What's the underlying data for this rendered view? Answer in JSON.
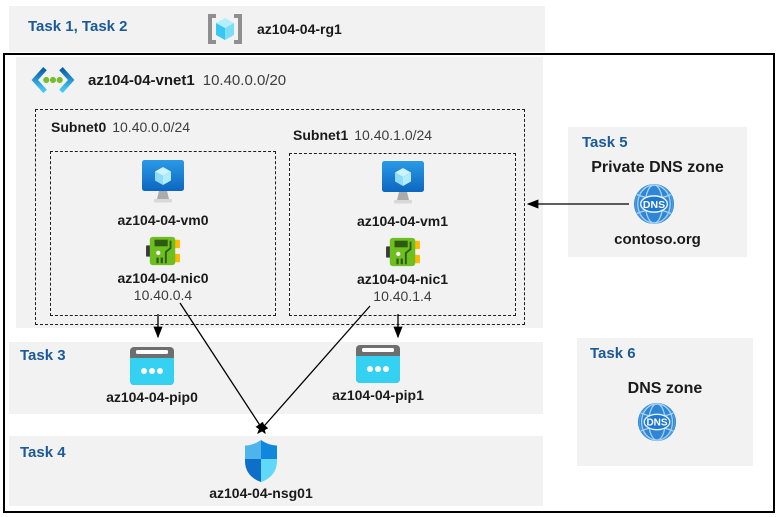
{
  "header": {
    "task_label": "Task 1, Task 2",
    "resource_group": "az104-04-rg1"
  },
  "vnet": {
    "name": "az104-04-vnet1",
    "cidr": "10.40.0.0/20",
    "subnets": [
      {
        "name": "Subnet0",
        "cidr": "10.40.0.0/24",
        "vm": "az104-04-vm0",
        "nic": "az104-04-nic0",
        "ip": "10.40.0.4"
      },
      {
        "name": "Subnet1",
        "cidr": "10.40.1.0/24",
        "vm": "az104-04-vm1",
        "nic": "az104-04-nic1",
        "ip": "10.40.1.4"
      }
    ]
  },
  "task3": {
    "label": "Task 3",
    "pip0": "az104-04-pip0",
    "pip1": "az104-04-pip1"
  },
  "task4": {
    "label": "Task 4",
    "nsg": "az104-04-nsg01"
  },
  "task5": {
    "label": "Task 5",
    "title": "Private DNS zone",
    "zone": "contoso.org",
    "icon_text": "DNS"
  },
  "task6": {
    "label": "Task 6",
    "title": "DNS zone",
    "icon_text": "DNS"
  },
  "colors": {
    "task_heading_blue": "#1b5a97",
    "panel_gray": "#f2f2f2",
    "nic_green": "#6cbf1f",
    "pip_cyan": "#35d1f2",
    "dns_blue": "#2f86d6",
    "vm_blue": "#1279d1",
    "arrow_black": "#000000"
  }
}
